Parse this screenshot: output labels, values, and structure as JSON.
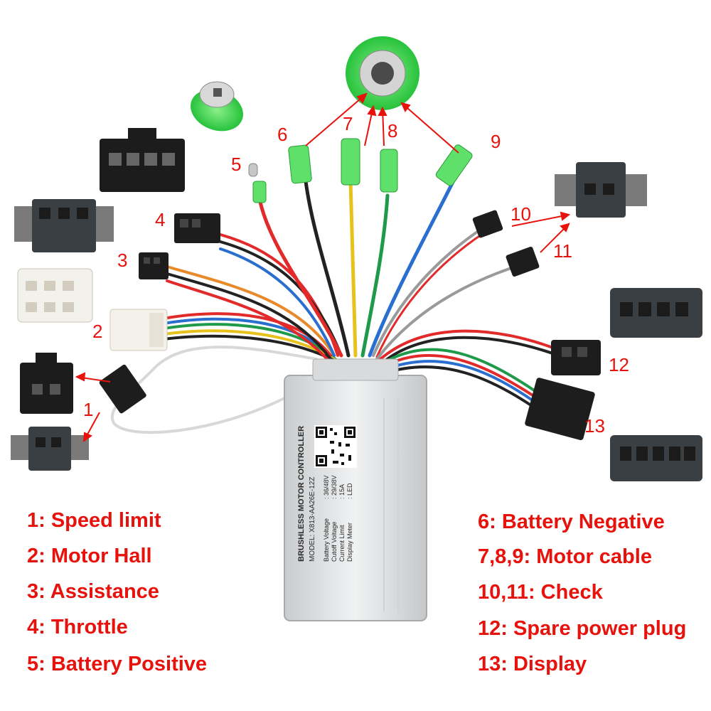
{
  "callouts": [
    "1",
    "2",
    "3",
    "4",
    "5",
    "6",
    "7",
    "8",
    "9",
    "10",
    "11",
    "12",
    "13"
  ],
  "legend_left": [
    "1:   Speed limit",
    "2:  Motor Hall",
    "3:   Assistance",
    "4:  Throttle",
    "5:  Battery Positive"
  ],
  "legend_right": [
    "6:  Battery Negative",
    "7,8,9:  Motor cable",
    "10,11:  Check",
    "12:  Spare power plug",
    "13: Display"
  ],
  "controller": {
    "title": "BRUSHLESS MOTOR CONTROLLER",
    "model": "MODEL: X813-AA26E-12Z",
    "specs": [
      {
        "label": "Battery Voltage",
        "value": ": 36/48V"
      },
      {
        "label": "Cutoff  Voltage",
        "value": ": 29/38V"
      },
      {
        "label": "Current Limit",
        "value": ": 15A"
      },
      {
        "label": "Display Meter",
        "value": ": LED"
      }
    ]
  },
  "colors": {
    "label_red": "#e8120c",
    "wire_red": "#e22a2a",
    "wire_black": "#222222",
    "wire_yellow": "#e8c21c",
    "wire_green": "#1e9a4a",
    "wire_blue": "#2a6fd0",
    "wire_gray": "#9a9a9a",
    "wire_orange": "#e98a2a",
    "connector_green": "#5ee06a"
  }
}
